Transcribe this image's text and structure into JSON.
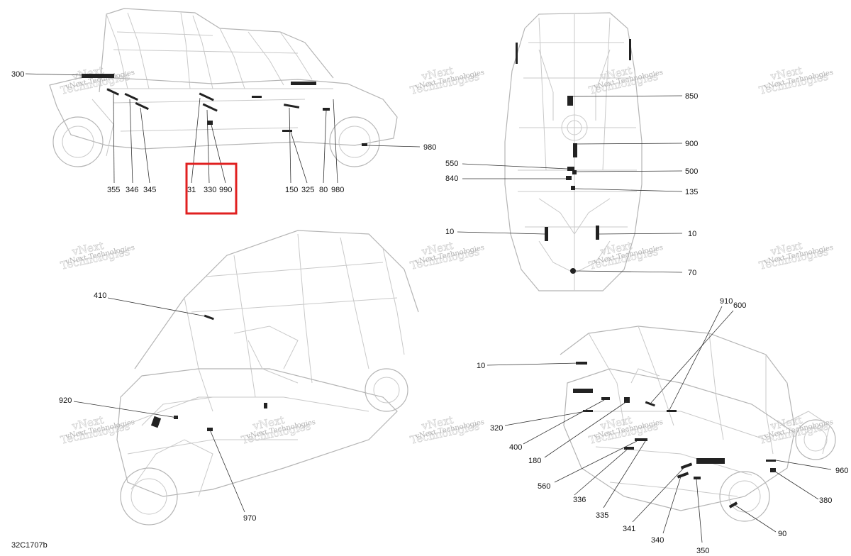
{
  "diagram_code": "32C1707b",
  "watermark": {
    "line1": "vNext",
    "line2": "Technologies",
    "line3": "vNext Technologies"
  },
  "callouts": {
    "side": {
      "c300": "300",
      "c355": "355",
      "c346": "346",
      "c345": "345",
      "c31": "31",
      "c330": "330",
      "c990": "990",
      "c150": "150",
      "c325": "325",
      "c80": "80",
      "c980a": "980",
      "c980b": "980"
    },
    "top": {
      "c850": "850",
      "c900": "900",
      "c550": "550",
      "c500": "500",
      "c840": "840",
      "c135": "135",
      "c10a": "10",
      "c10b": "10",
      "c70": "70"
    },
    "front": {
      "c410": "410",
      "c920": "920",
      "c970": "970"
    },
    "rear": {
      "c910": "910",
      "c600": "600",
      "c10": "10",
      "c320": "320",
      "c400": "400",
      "c180": "180",
      "c560": "560",
      "c336": "336",
      "c335": "335",
      "c341": "341",
      "c340": "340",
      "c350": "350",
      "c960": "960",
      "c380": "380",
      "c90": "90"
    }
  },
  "colors": {
    "highlight": "#e02020",
    "line": "#333333",
    "sketch": "#c9c9c9"
  }
}
